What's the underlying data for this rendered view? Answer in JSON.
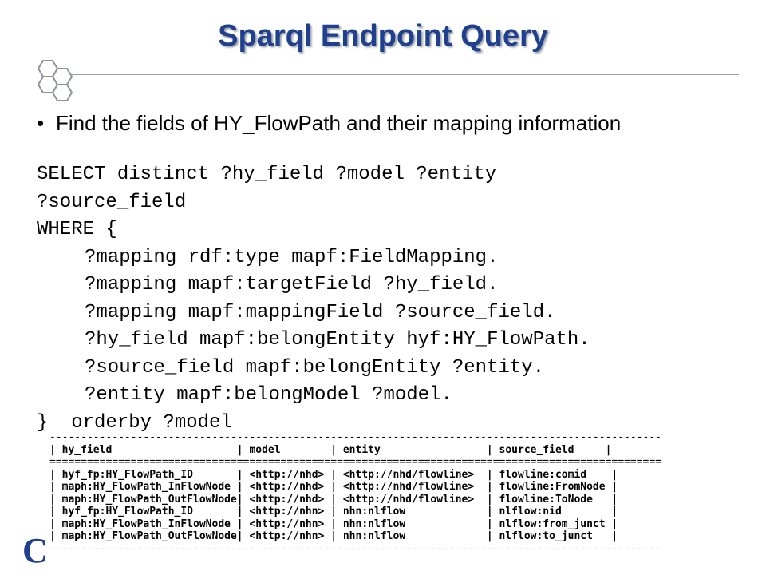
{
  "slide": {
    "title": "Sparql Endpoint Query",
    "bullet": "Find the fields of HY_FlowPath and their mapping information",
    "bullet_marker": "•",
    "corner_glyph": "C",
    "accent_color": "#1f3f8f"
  },
  "query_lines": [
    "SELECT distinct ?hy_field ?model ?entity",
    "?source_field",
    "WHERE {",
    "?mapping rdf:type mapf:FieldMapping.",
    "?mapping mapf:targetField ?hy_field.",
    "?mapping mapf:mappingField ?source_field.",
    "?hy_field mapf:belongEntity hyf:HY_FlowPath.",
    "?source_field mapf:belongEntity ?entity.",
    "?entity mapf:belongModel ?model.",
    "}  orderby ?model"
  ],
  "results_table": {
    "rule_line": "--------------------------------------------------------------------------------------------------",
    "header_rule_line": "==================================================================================================",
    "header_line": "| hy_field                    | model        | entity                 | source_field     |",
    "row_lines": [
      "| hyf_fp:HY_FlowPath_ID       | <http://nhd> | <http://nhd/flowline>  | flowline:comid    |",
      "| maph:HY_FlowPath_InFlowNode | <http://nhd> | <http://nhd/flowline>  | flowline:FromNode |",
      "| maph:HY_FlowPath_OutFlowNode| <http://nhd> | <http://nhd/flowline>  | flowline:ToNode   |",
      "| hyf_fp:HY_FlowPath_ID       | <http://nhn> | nhn:nlflow             | nlflow:nid        |",
      "| maph:HY_FlowPath_InFlowNode | <http://nhn> | nhn:nlflow             | nlflow:from_junct |",
      "| maph:HY_FlowPath_OutFlowNode| <http://nhn> | nhn:nlflow             | nlflow:to_junct   |"
    ]
  }
}
